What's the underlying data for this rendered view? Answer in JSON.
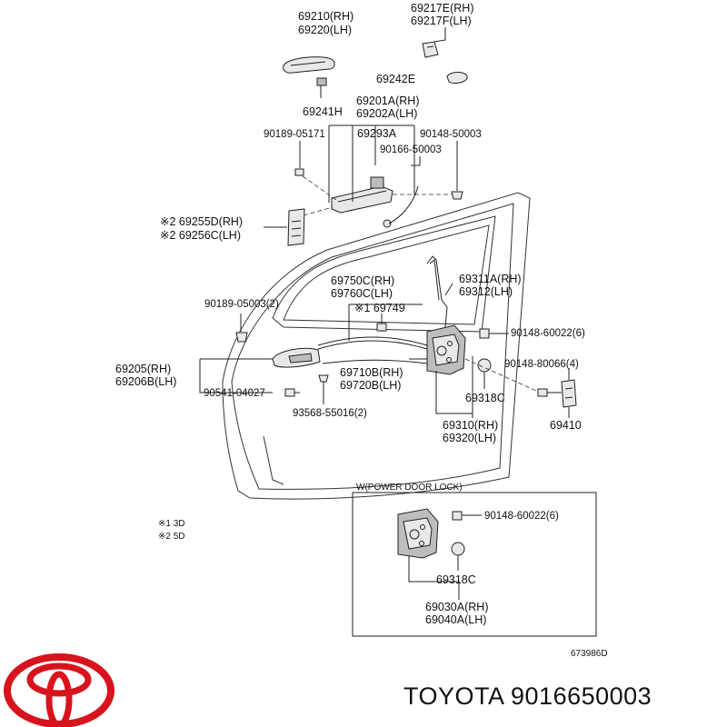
{
  "labels": {
    "p69210": "69210(RH)",
    "p69220": "69220(LH)",
    "p69217E": "69217E(RH)",
    "p69217F": "69217F(LH)",
    "p69242E": "69242E",
    "p69241H": "69241H",
    "p69201A": "69201A(RH)",
    "p69202A": "69202A(LH)",
    "p90189_05171": "90189-05171",
    "p69293A": "69293A",
    "p90148_50003": "90148-50003",
    "p90166_50003": "90166-50003",
    "p69255D": "※2 69255D(RH)",
    "p69256C": "※2 69256C(LH)",
    "p69750C": "69750C(RH)",
    "p69760C": "69760C(LH)",
    "p69311A": "69311A(RH)",
    "p69312": "69312(LH)",
    "p90189_05003": "90189-05003(2)",
    "p69749": "※1 69749",
    "p90148_60022a": "90148-60022(6)",
    "p69205": "69205(RH)",
    "p69206B": "69206B(LH)",
    "p69710B": "69710B(RH)",
    "p69720B": "69720B(LH)",
    "p90148_80066": "90148-80066(4)",
    "p90541_04027": "90541-04027",
    "p69318Ca": "69318C",
    "p93568_55016": "93568-55016(2)",
    "p69410": "69410",
    "p69310": "69310(RH)",
    "p69320": "69320(LH)",
    "inset_title": "W(POWER DOOR LOCK)",
    "p90148_60022b": "90148-60022(6)",
    "p69318Cb": "69318C",
    "p69030A": "69030A(RH)",
    "p69040A": "69040A(LH)",
    "note1": "※1 3D",
    "note2": "※2 5D",
    "diagram_code": "673986D"
  },
  "brand": {
    "text": "TOYOTA 9016650003",
    "logo_color": "#d7141d"
  }
}
